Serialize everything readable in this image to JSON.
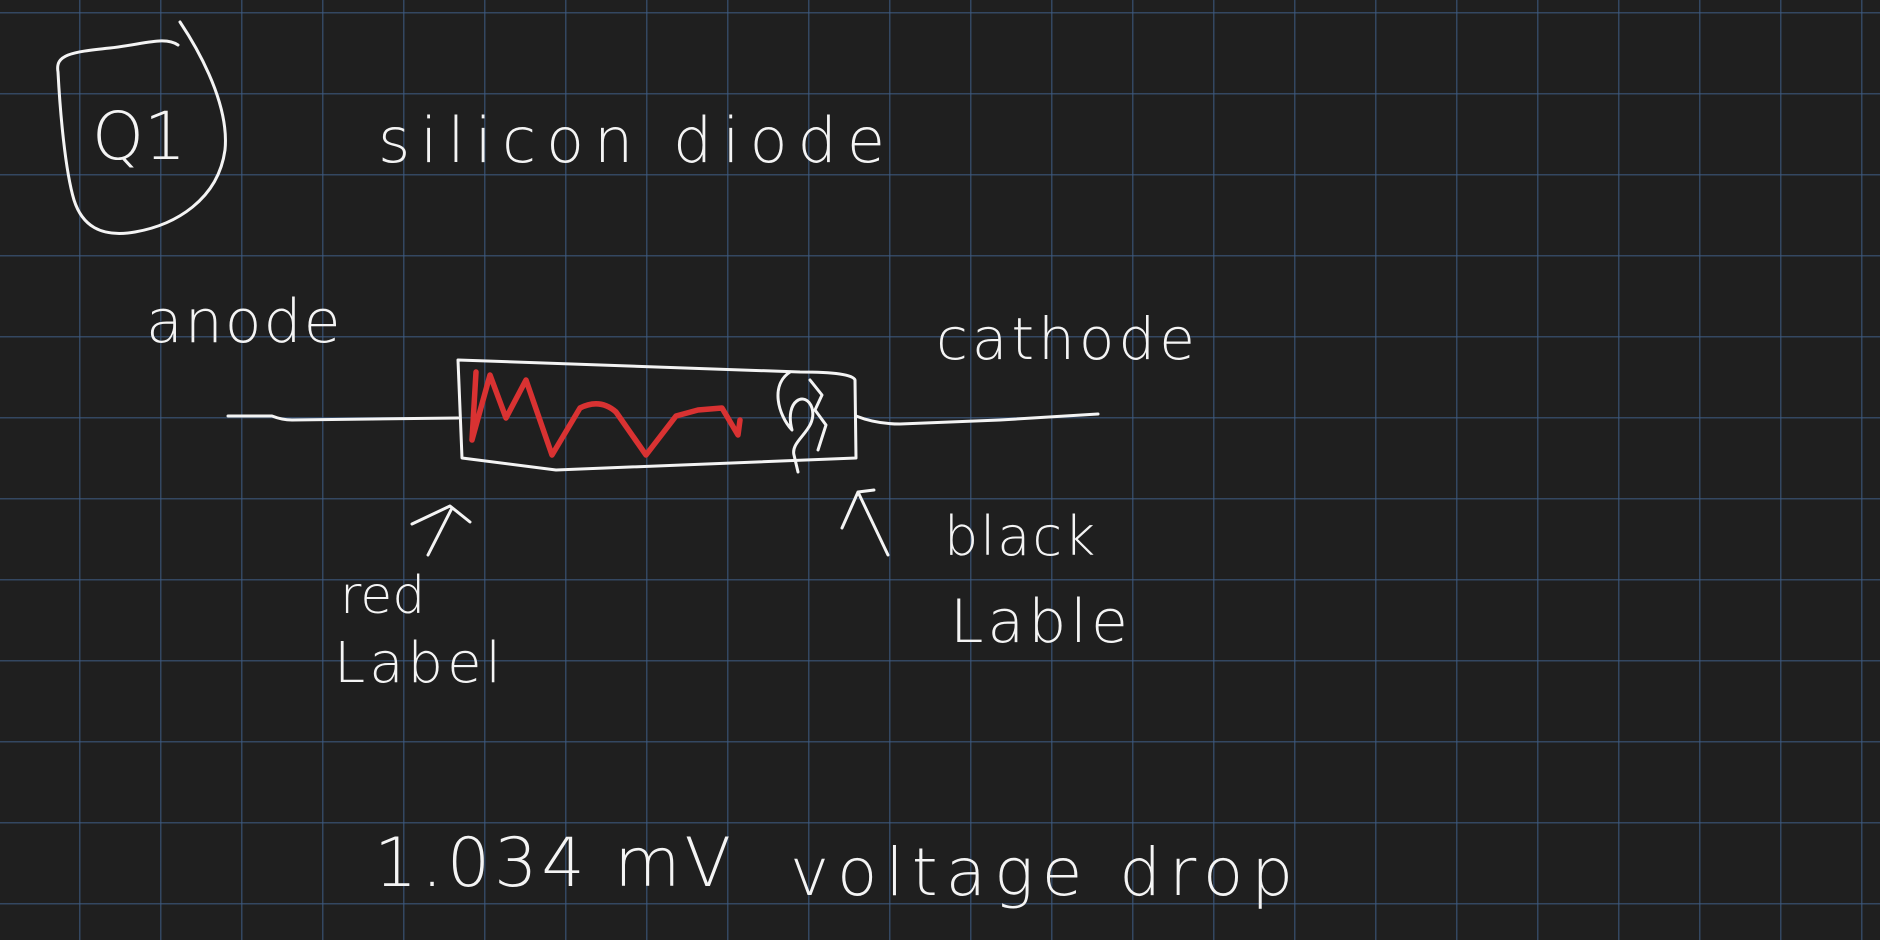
{
  "note": {
    "question_label": "Q1",
    "title": "silicon diode",
    "anode_label": "anode",
    "cathode_label": "cathode",
    "red_label_line1": "red",
    "red_label_line2": "Label",
    "black_label_line1": "black",
    "black_label_line2": "Lable",
    "measurement_value": "1.034 mV",
    "measurement_caption": "voltage drop"
  },
  "colors": {
    "background": "#1f1f1f",
    "grid": "#3e5c84",
    "ink": "#f4f4f4",
    "red_ink": "#d93232"
  }
}
